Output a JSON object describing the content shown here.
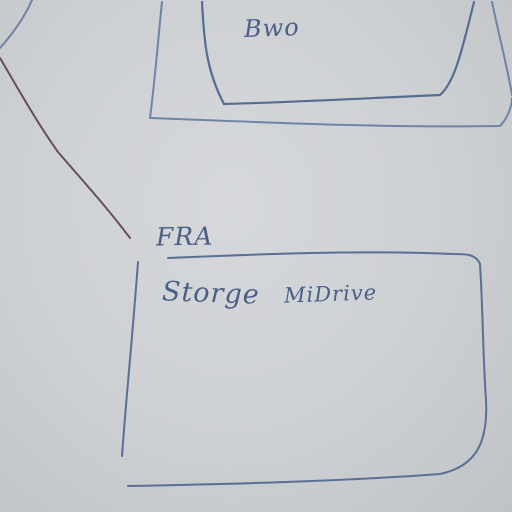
{
  "labels": {
    "top_box": "Bwo",
    "site": "FRA",
    "storage_word": "Storge",
    "storage_model": "MiDrive"
  },
  "colors": {
    "board": "#cdd0d3",
    "ink_blue": "#4b5f86",
    "ink_purple": "#6b4a68"
  }
}
